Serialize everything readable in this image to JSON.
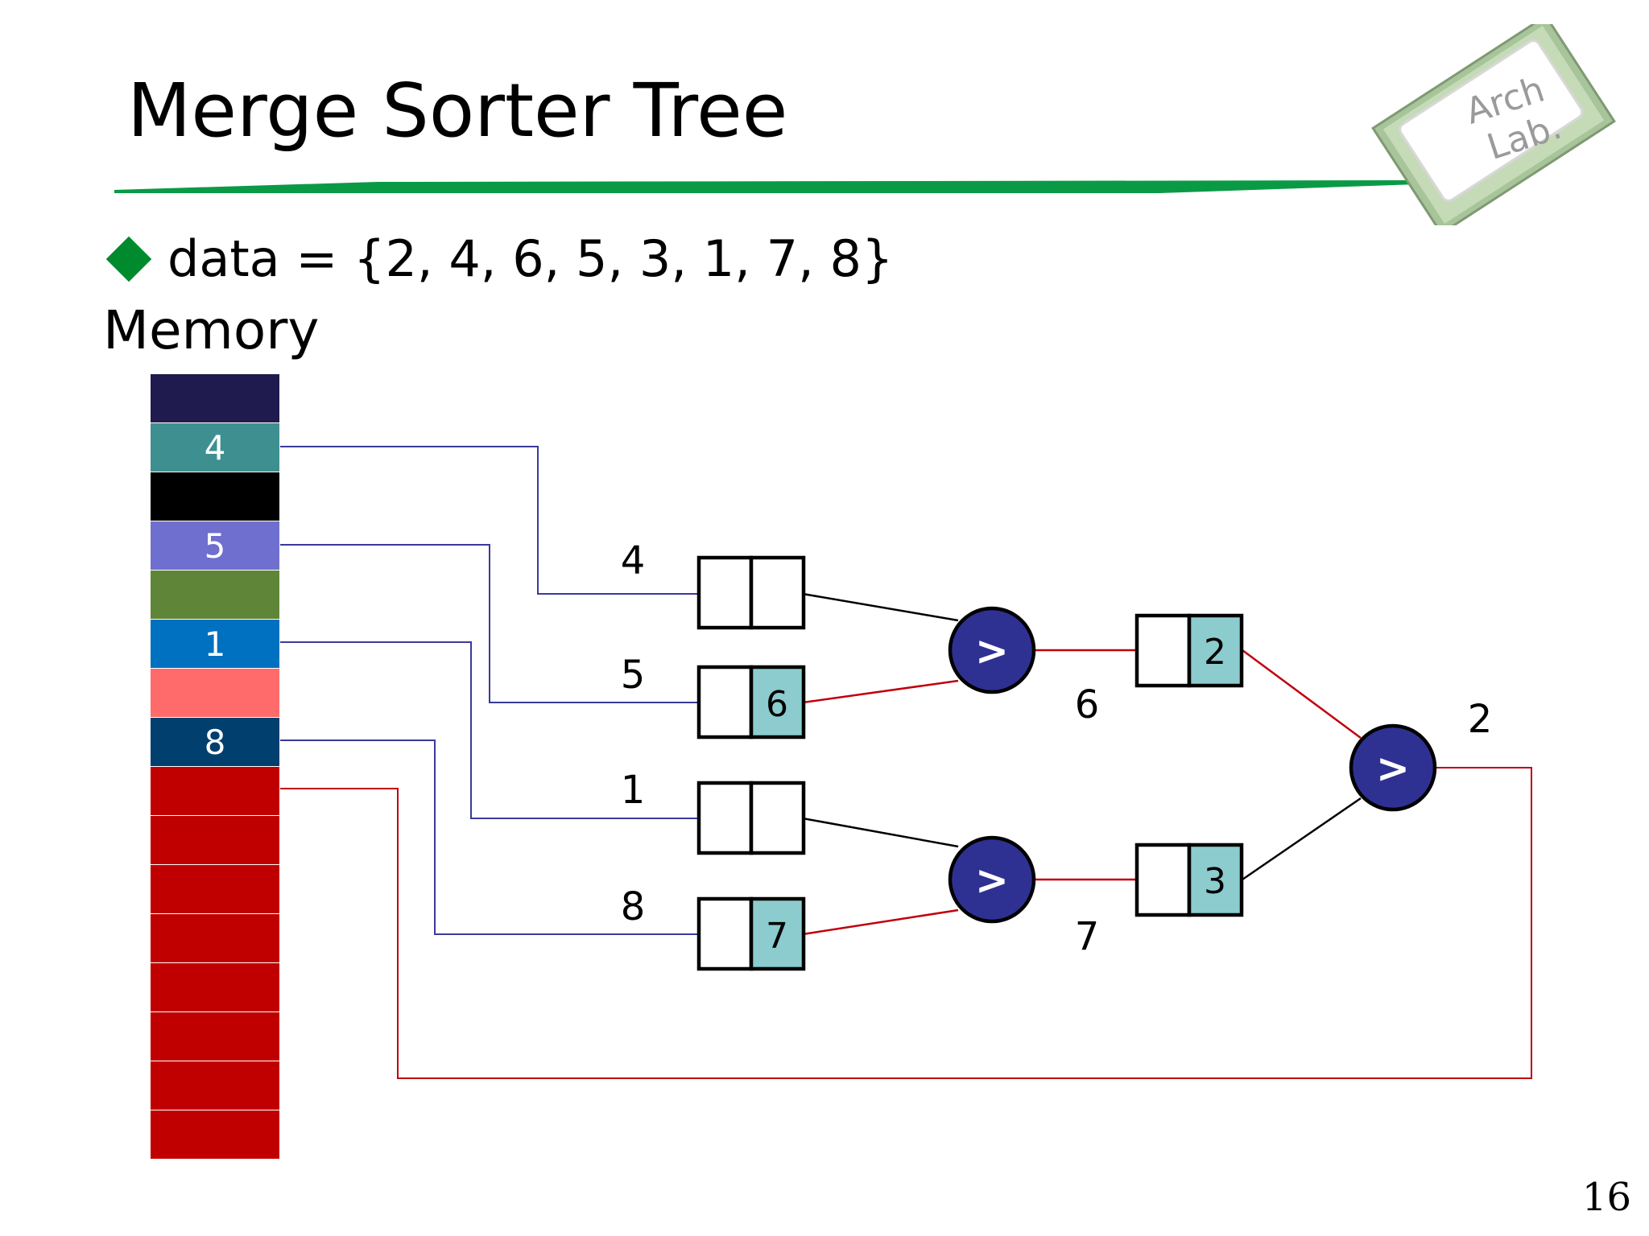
{
  "slide": {
    "title": "Merge Sorter Tree",
    "bullet": "data = {2, 4, 6, 5, 3, 1, 7, 8}",
    "memory_label": "Memory",
    "page_number": "16",
    "logo_text": [
      "Arch",
      "Lab."
    ]
  },
  "colors": {
    "title_rule": "#0a9a46",
    "bullet_diamond": "#008a2e",
    "comparator_fill": "#2e3192",
    "fifo_filled": "#8ccbce",
    "blue_wire": "#3a3a9a",
    "red_wire": "#c0000c",
    "black_wire": "#000000"
  },
  "memory": {
    "cells": [
      {
        "label": "",
        "color": "#1f1b4f"
      },
      {
        "label": "4",
        "color": "#3e8f90"
      },
      {
        "label": "",
        "color": "#000000"
      },
      {
        "label": "5",
        "color": "#6f6fcf"
      },
      {
        "label": "",
        "color": "#5f8638"
      },
      {
        "label": "1",
        "color": "#0070c0"
      },
      {
        "label": "",
        "color": "#ff6b6b"
      },
      {
        "label": "8",
        "color": "#003f6e"
      },
      {
        "label": "",
        "color": "#c00000"
      },
      {
        "label": "",
        "color": "#c00000"
      },
      {
        "label": "",
        "color": "#c00000"
      },
      {
        "label": "",
        "color": "#c00000"
      },
      {
        "label": "",
        "color": "#c00000"
      },
      {
        "label": "",
        "color": "#c00000"
      },
      {
        "label": "",
        "color": "#c00000"
      },
      {
        "label": "",
        "color": "#c00000"
      }
    ]
  },
  "leaf_inputs": [
    "4",
    "5",
    "1",
    "8"
  ],
  "leaf_fifos": [
    {
      "left": "",
      "right": ""
    },
    {
      "left": "",
      "right": "6"
    },
    {
      "left": "",
      "right": ""
    },
    {
      "left": "",
      "right": "7"
    }
  ],
  "comparators": [
    {
      "symbol": ">"
    },
    {
      "symbol": ">"
    },
    {
      "symbol": ">"
    }
  ],
  "comparator_outputs": [
    "6",
    "7",
    "2"
  ],
  "mid_fifos": [
    {
      "left": "",
      "right": "2"
    },
    {
      "left": "",
      "right": "3"
    }
  ]
}
